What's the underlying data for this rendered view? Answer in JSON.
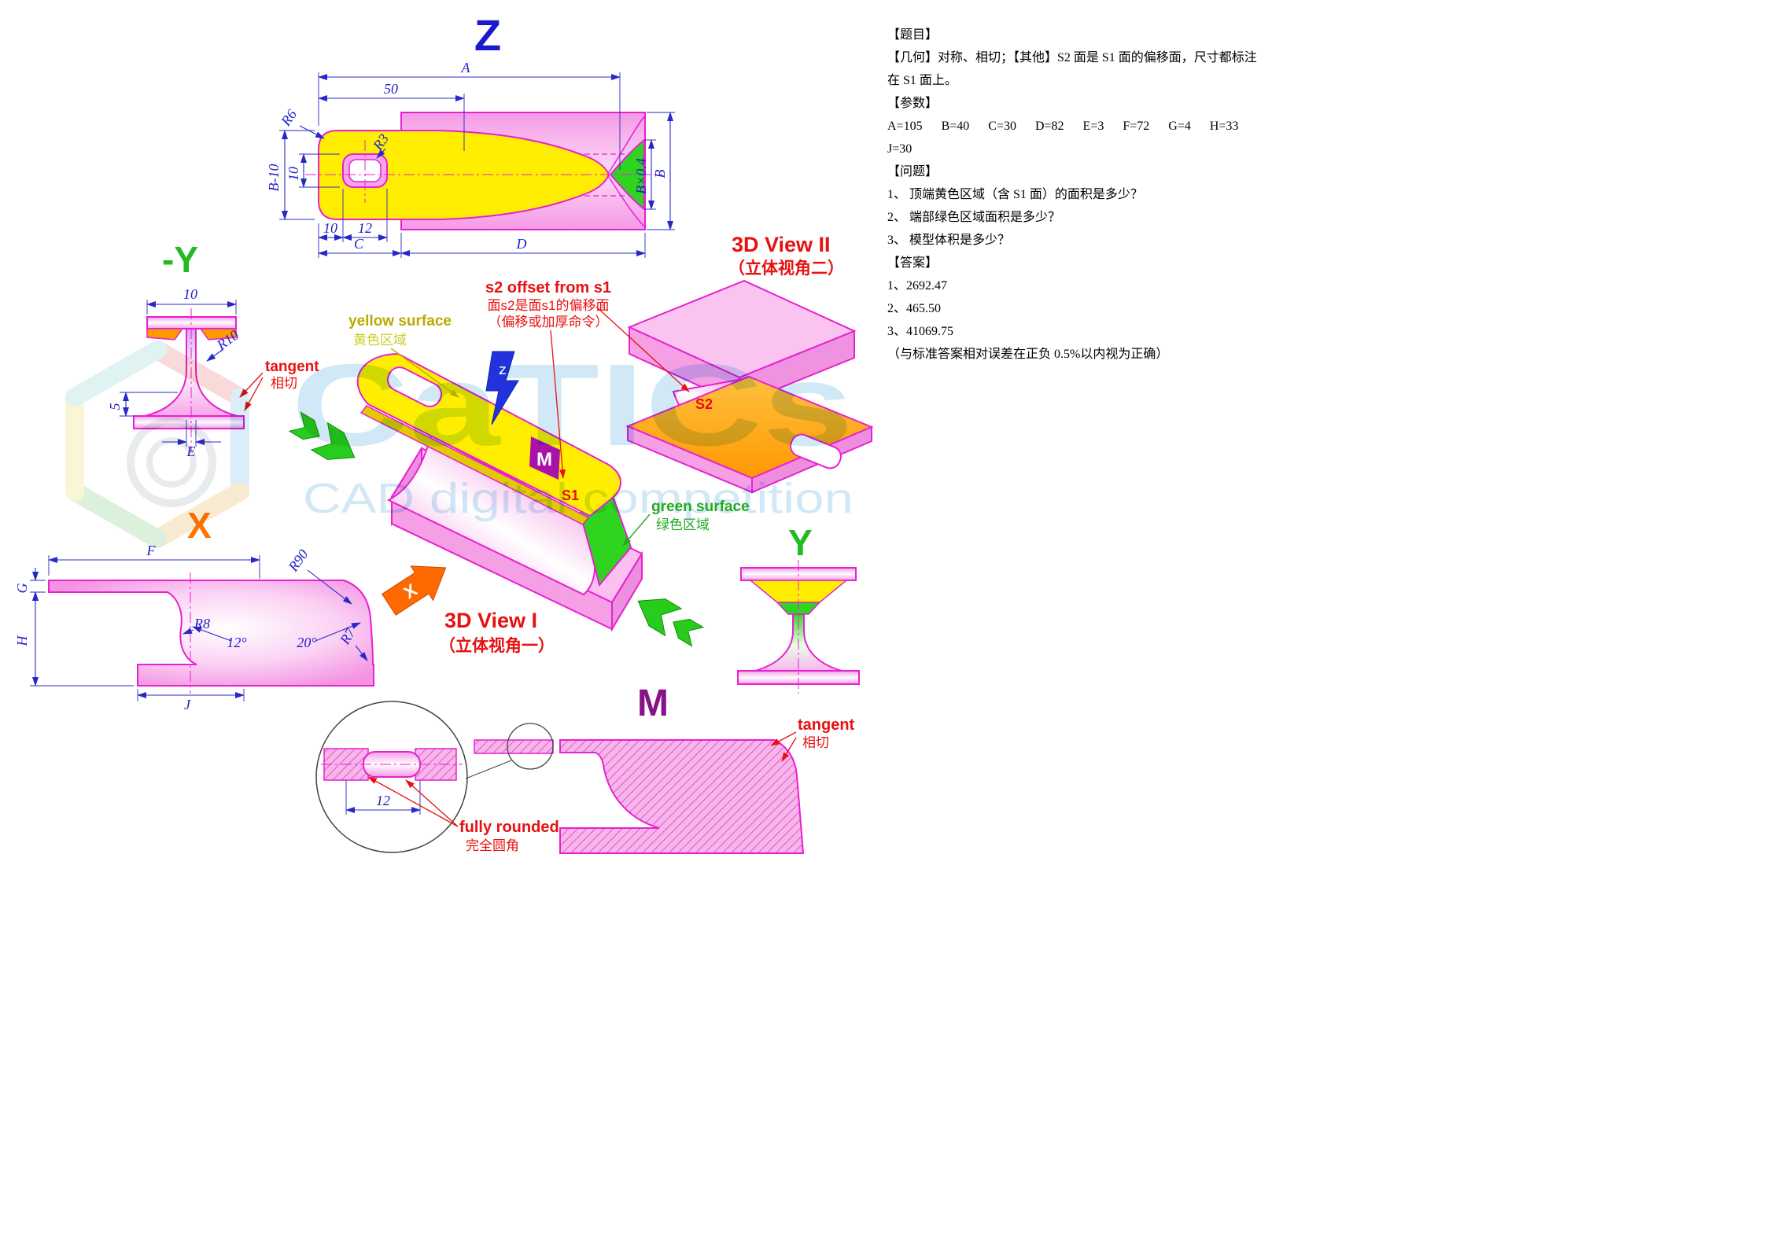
{
  "panel": {
    "title": "【题目】",
    "geometry1": "【几何】对称、相切；【其他】S2 面是 S1 面的偏移面，尺寸都标注",
    "geometry2": "在 S1 面上。",
    "params_title": "【参数】",
    "params1": "A=105      B=40      C=30      D=82      E=3      F=72      G=4      H=33",
    "params2": "J=30",
    "questions_title": "【问题】",
    "q1": "1、 顶端黄色区域（含 S1 面）的面积是多少？",
    "q2": "2、 端部绿色区域面积是多少？",
    "q3": "3、 模型体积是多少？",
    "answers_title": "【答案】",
    "a1": "1、2692.47",
    "a2": "2、465.50",
    "a3": "3、41069.75",
    "note": "（与标准答案相对误差在正负 0.5%以内视为正确）"
  },
  "axis": {
    "z": "Z",
    "minus_y": "-Y",
    "x": "X",
    "y": "Y",
    "m": "M"
  },
  "views": {
    "view1_title": "3D View I",
    "view1_sub": "（立体视角一）",
    "view2_title": "3D View II",
    "view2_sub": "（立体视角二）"
  },
  "annotations": {
    "s2_offset_en": "s2 offset from s1",
    "s2_offset_cn1": "面s2是面s1的偏移面",
    "s2_offset_cn2": "（偏移或加厚命令）",
    "yellow_surface_en": "yellow surface",
    "yellow_surface_cn": "黄色区域",
    "green_surface_en": "green surface",
    "green_surface_cn": "绿色区域",
    "tangent_en": "tangent",
    "tangent_cn": "相切",
    "fully_rounded_en": "fully rounded",
    "fully_rounded_cn": "完全圆角",
    "s1": "S1",
    "s2": "S2",
    "arrow_z": "Z",
    "arrow_x": "X",
    "arrow_m": "M"
  },
  "dims_z": {
    "A": "A",
    "d50": "50",
    "R6": "R6",
    "R3": "R3",
    "B10": "B-10",
    "t10": "10",
    "Bx04": "B×0.4",
    "B": "B",
    "b10": "10",
    "b12": "12",
    "C": "C",
    "D": "D"
  },
  "dims_my": {
    "t10": "10",
    "R10": "R10",
    "f5": "5",
    "E": "E"
  },
  "dims_x": {
    "F": "F",
    "G": "G",
    "H": "H",
    "R90": "R90",
    "R8": "R8",
    "a12": "12°",
    "a20": "20°",
    "R7": "R7",
    "J": "J"
  },
  "dims_m": {
    "d12": "12"
  },
  "watermark": {
    "brand": "CaTICs",
    "tagline": "CAD digital competition"
  },
  "colors": {
    "magenta_outline": "#e820d0",
    "pink_fill": "#f6a6e8",
    "yellow": "#ffee00",
    "green": "#2fd41f",
    "orange_face": "#ffaa00",
    "dim_blue": "#2020c8",
    "annotation_red": "#e81010",
    "axis_blue": "#1a1acc",
    "axis_green": "#22bb22",
    "axis_orange": "#ff7700",
    "axis_purple": "#881188",
    "watermark_blue": "#8cc6e8"
  }
}
